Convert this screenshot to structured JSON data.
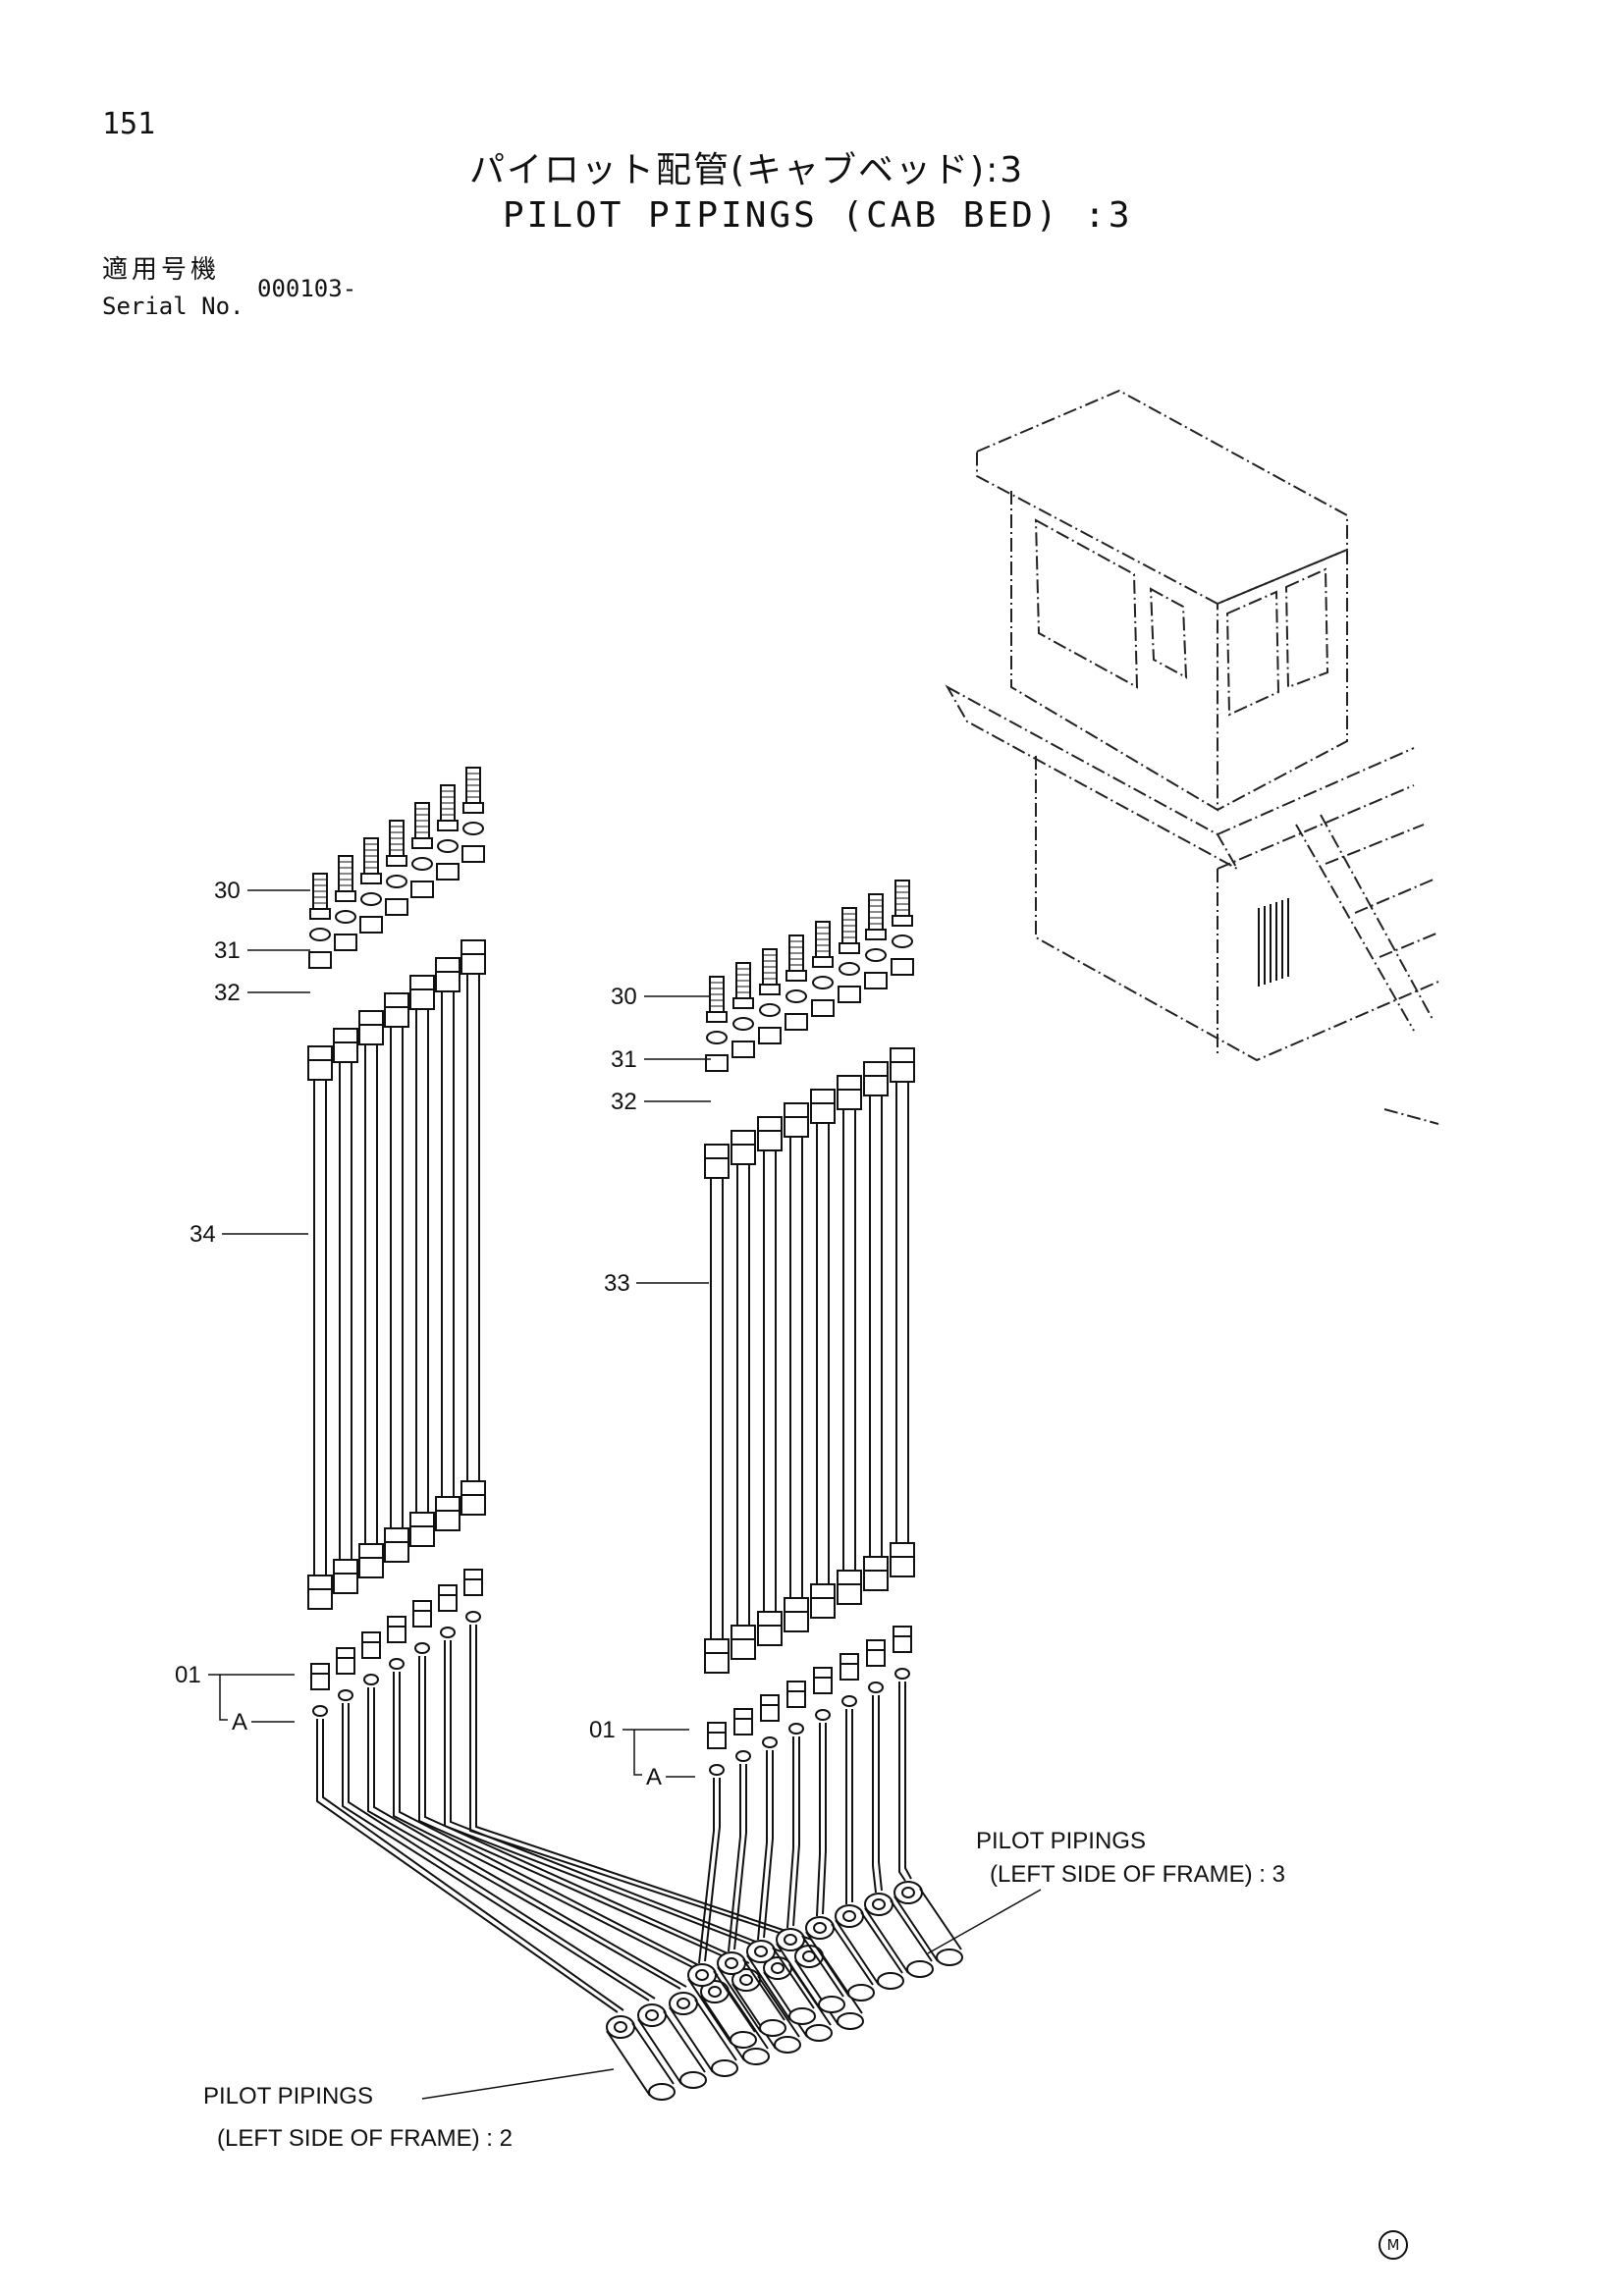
{
  "header": {
    "page_number": "151",
    "title_jp": "パイロット配管(キャブベッド):3",
    "title_en": "PILOT PIPINGS (CAB BED) :3",
    "serial_label_jp": "適用号機",
    "serial_label_en": "Serial No.",
    "serial_value": "000103-"
  },
  "callouts": {
    "left_group": [
      "30",
      "31",
      "32",
      "34",
      "01",
      "A"
    ],
    "right_group": [
      "30",
      "31",
      "32",
      "33",
      "01",
      "A"
    ]
  },
  "references": {
    "right_ref_line1": "PILOT PIPINGS",
    "right_ref_line2": "(LEFT SIDE OF FRAME) : 3",
    "left_ref_line1": "PILOT PIPINGS",
    "left_ref_line2": "(LEFT SIDE OF FRAME) : 2"
  },
  "footer": {
    "mark": "M"
  }
}
